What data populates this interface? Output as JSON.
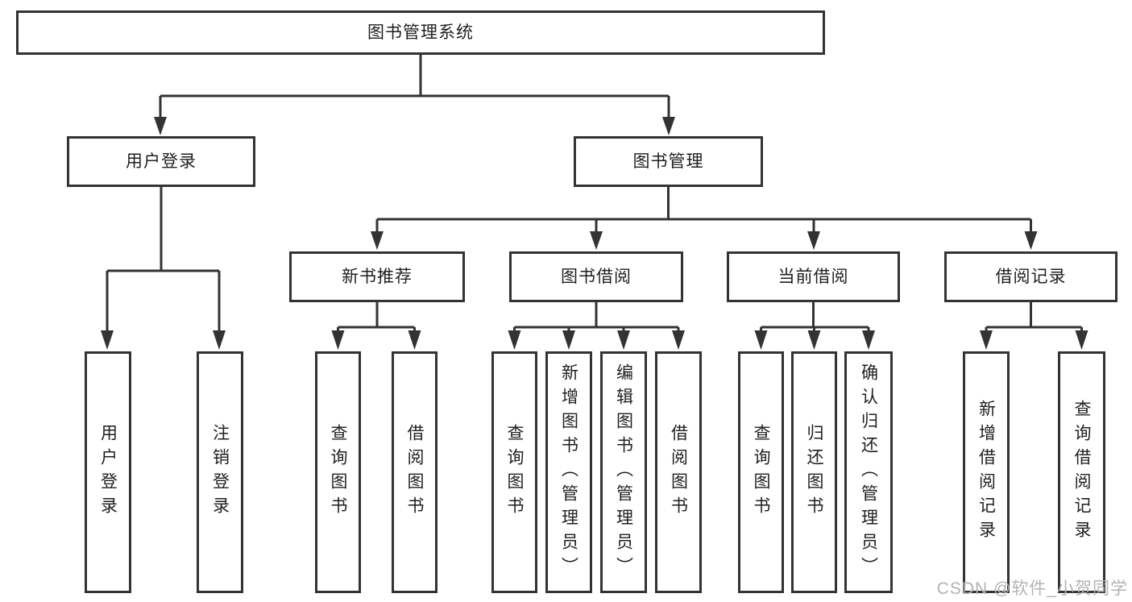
{
  "colors": {
    "background": "#ffffff",
    "line": "#333333",
    "border": "#333333",
    "text": "#1f1f1f",
    "watermark": "#b3b3b3"
  },
  "diagram": {
    "root": {
      "label": "图书管理系统"
    },
    "level2": {
      "user_login": {
        "label": "用户登录"
      },
      "book_management": {
        "label": "图书管理"
      }
    },
    "level3": {
      "new_book_recommend": {
        "label": "新书推荐"
      },
      "book_borrow": {
        "label": "图书借阅"
      },
      "current_borrow": {
        "label": "当前借阅"
      },
      "borrow_records": {
        "label": "借阅记录"
      }
    },
    "leaves": {
      "user_login": {
        "label": "用户登录"
      },
      "logout": {
        "label": "注销登录"
      },
      "query_books_recommend": {
        "label": "查询图书"
      },
      "borrow_books_recommend": {
        "label": "借阅图书"
      },
      "query_books_borrow": {
        "label": "查询图书"
      },
      "add_book_admin": {
        "label": "新增图书（管理员）"
      },
      "edit_book_admin": {
        "label": "编辑图书（管理员）"
      },
      "borrow_books_borrow": {
        "label": "借阅图书"
      },
      "query_books_current": {
        "label": "查询图书"
      },
      "return_books": {
        "label": "归还图书"
      },
      "confirm_return_admin": {
        "label": "确认归还（管理员）"
      },
      "add_borrow_record": {
        "label": "新增借阅记录"
      },
      "query_borrow_record": {
        "label": "查询借阅记录"
      }
    }
  },
  "watermark": {
    "label": "CSDN @软件_小贺同学"
  }
}
